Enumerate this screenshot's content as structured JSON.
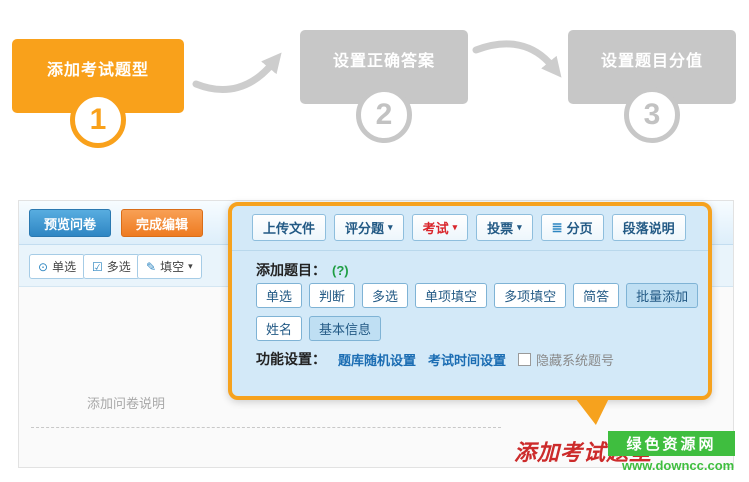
{
  "steps": [
    {
      "label": "添加考试题型",
      "number": "1"
    },
    {
      "label": "设置正确答案",
      "number": "2"
    },
    {
      "label": "设置题目分值",
      "number": "3"
    }
  ],
  "editor": {
    "preview_button": "预览问卷",
    "finish_button": "完成编辑",
    "tabs": [
      {
        "label": "单选"
      },
      {
        "label": "多选"
      },
      {
        "label": "填空"
      }
    ],
    "note_text": "添加问卷说明"
  },
  "popup": {
    "menu": [
      {
        "label": "上传文件"
      },
      {
        "label": "评分题"
      },
      {
        "label": "考试"
      },
      {
        "label": "投票"
      },
      {
        "label": "分页"
      },
      {
        "label": "段落说明"
      }
    ],
    "add_label": "添加题目：",
    "help": "(?)",
    "types": [
      "单选",
      "判断",
      "多选",
      "单项填空",
      "多项填空",
      "简答",
      "批量添加"
    ],
    "types2": [
      "姓名",
      "基本信息"
    ],
    "settings_label": "功能设置：",
    "link1": "题库随机设置",
    "link2": "考试时间设置",
    "checkbox_label": "隐藏系统题号"
  },
  "annotation": "添加考试题型",
  "watermark": {
    "site": "绿色资源网",
    "url": "www.downcc.com"
  },
  "icons": {
    "radio": "⊙",
    "checkbox": "☑",
    "pencil": "✎",
    "caret": "▾",
    "pages": "≣"
  },
  "colors": {
    "accent_orange": "#F6A21E",
    "step_gray": "#C7C7C7",
    "button_blue": "#2F86C3",
    "button_orange": "#EE7B21",
    "popup_bg": "#D3E9F8",
    "exam_red": "#D9262C",
    "link_blue": "#1B6DB3",
    "annotation_red": "#CC2B2B",
    "watermark_green": "#3FBE3F"
  }
}
